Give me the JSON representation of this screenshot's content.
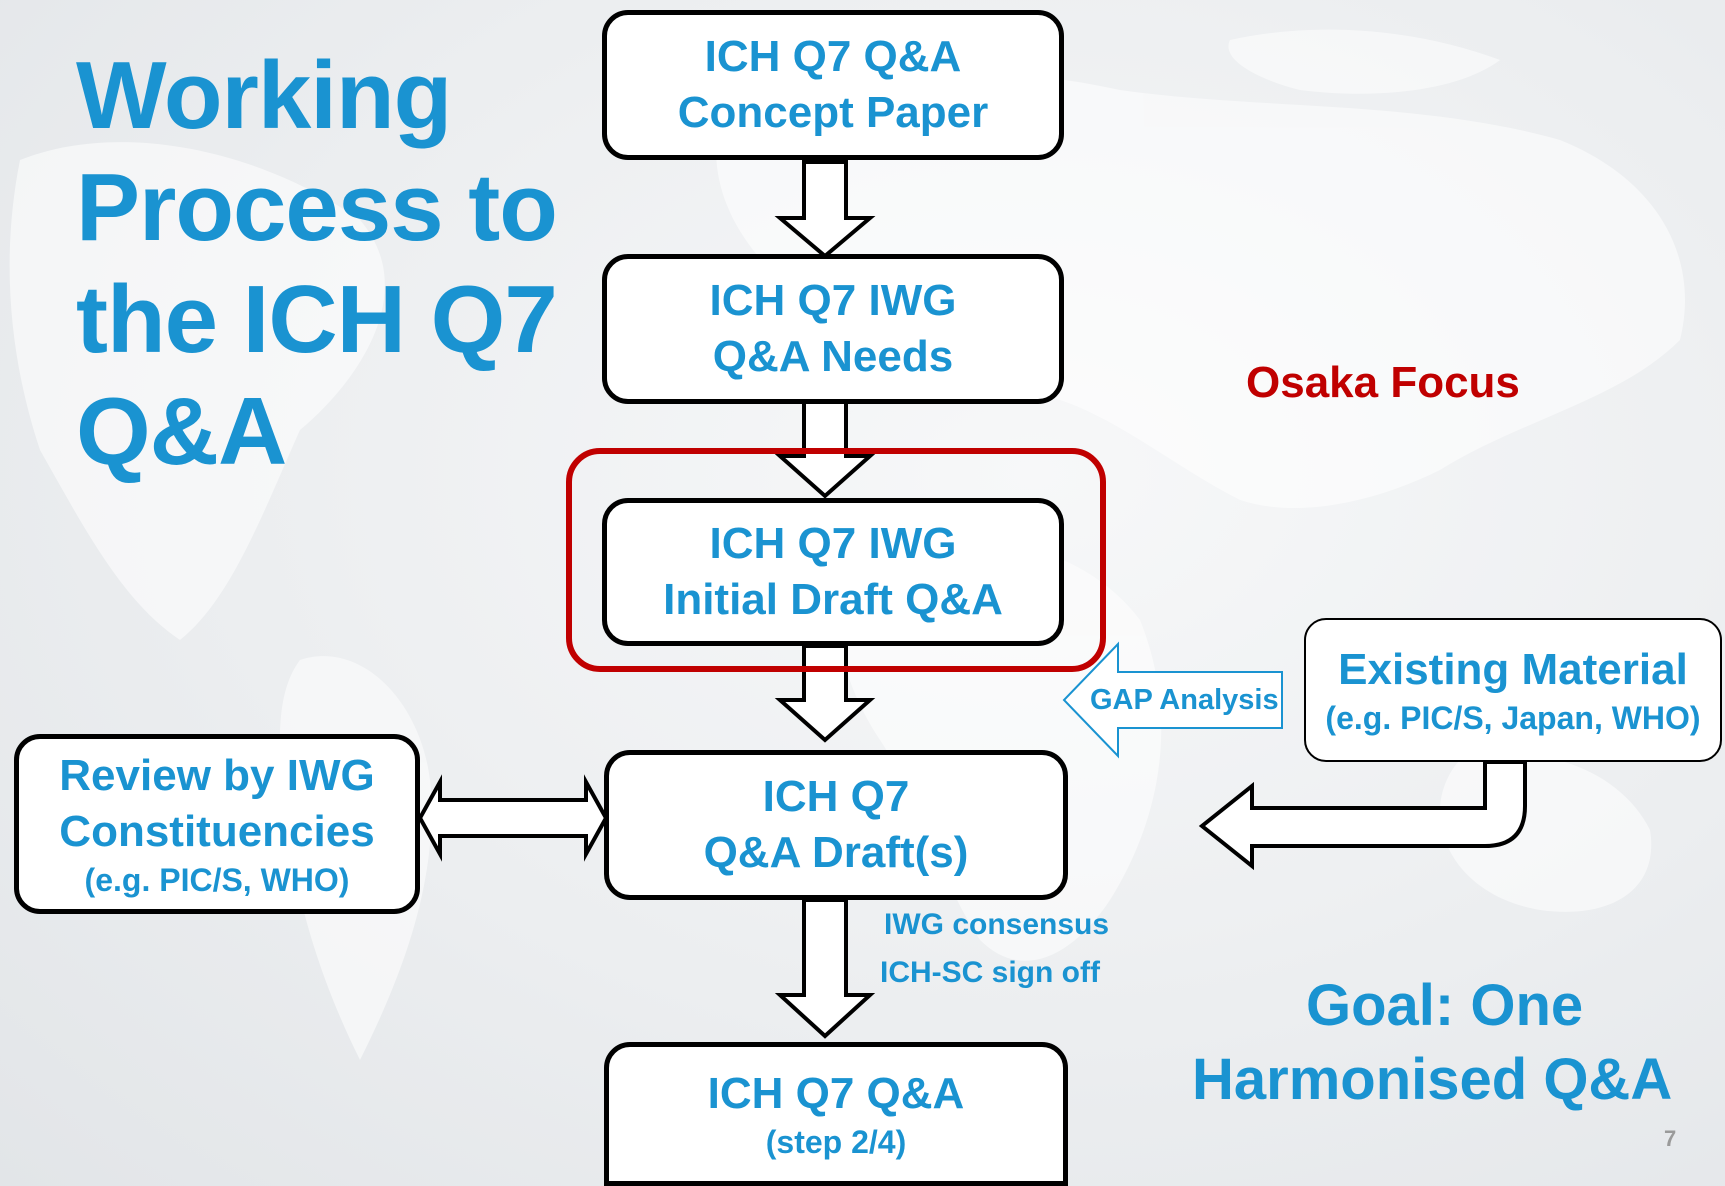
{
  "title": {
    "lines": [
      "Working",
      "Process to",
      "the ICH Q7",
      "Q&A"
    ]
  },
  "boxes": {
    "concept": {
      "line1": "ICH Q7 Q&A",
      "line2": "Concept Paper"
    },
    "needs": {
      "line1": "ICH Q7 IWG",
      "line2": "Q&A Needs"
    },
    "initial": {
      "line1": "ICH Q7 IWG",
      "line2": "Initial Draft Q&A"
    },
    "drafts": {
      "line1": "ICH Q7",
      "line2": "Q&A Draft(s)"
    },
    "final": {
      "line1": "ICH Q7 Q&A",
      "line2": "(step 2/4)"
    },
    "review": {
      "line1": "Review by IWG",
      "line2": "Constituencies",
      "line3": "(e.g. PIC/S, WHO)"
    },
    "existing": {
      "line1": "Existing Material",
      "line2": "(e.g. PIC/S, Japan, WHO)"
    }
  },
  "labels": {
    "osaka": "Osaka Focus",
    "gap": "GAP Analysis",
    "consensus": "IWG consensus",
    "signoff": "ICH-SC sign off",
    "goal_line1": "Goal: One",
    "goal_line2": "Harmonised Q&A",
    "page_number": "7"
  },
  "colors": {
    "accent_blue": "#1a93d1",
    "focus_red": "#c00000",
    "border": "#000000"
  }
}
